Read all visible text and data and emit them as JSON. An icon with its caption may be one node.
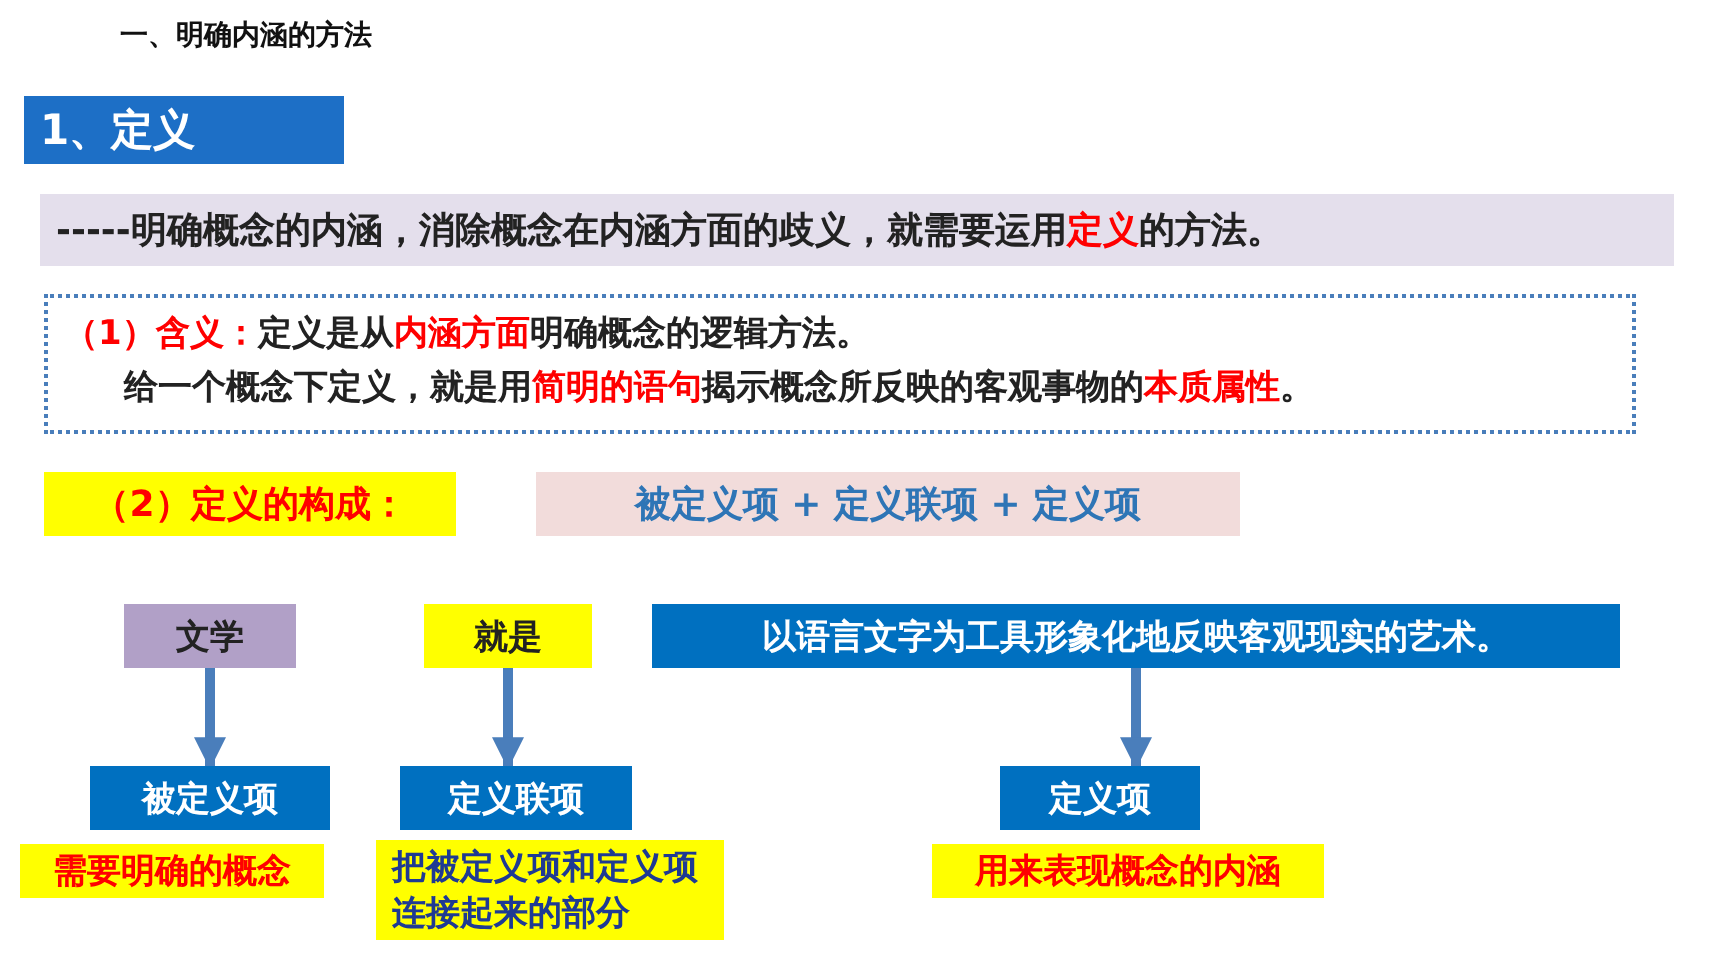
{
  "diagram": {
    "title": "一、明确内涵的方法",
    "nodes": [
      {
        "text": [
          "1、定义"
        ]
      },
      {
        "text": [
          "-----明确概念的内涵，消除概念在内涵方面的歧义，就需要运用**定义**的方法。"
        ]
      },
      {
        "text": [
          "（1）含义：",
          "定义是从**内涵方面**明确概念的逻辑方法。",
          "给一个概念下定义，就是用**简明的语句**揭示概念所反映的客观事物的**本质属性**。"
        ]
      },
      {
        "text": [
          "（2）定义的构成："
        ]
      },
      {
        "text": [
          "被定义项 + 定义联项 + 定义项"
        ]
      },
      {
        "text": [
          "文学"
        ]
      },
      {
        "text": [
          "就是"
        ]
      },
      {
        "text": [
          "以语言文字为工具形象化地反映客观现实的艺术。"
        ]
      },
      {
        "text": [
          "被定义项"
        ]
      },
      {
        "text": [
          "定义联项"
        ]
      },
      {
        "text": [
          "定义项"
        ]
      },
      {
        "text": [
          "需要明确的概念"
        ]
      },
      {
        "text": [
          "把被定义项和定义项连接起来的部分"
        ]
      },
      {
        "text": [
          "用来表现概念的内涵"
        ]
      }
    ],
    "edges": [
      {
        "from": 5,
        "to": 8,
        "arrow": "to"
      },
      {
        "from": 6,
        "to": 9,
        "arrow": "to"
      },
      {
        "from": 7,
        "to": 10,
        "arrow": "to"
      }
    ]
  }
}
